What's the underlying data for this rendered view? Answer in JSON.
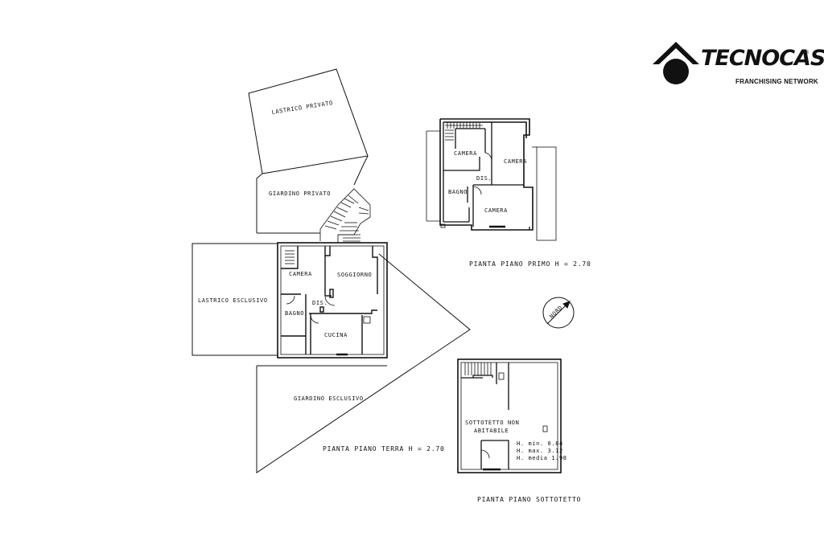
{
  "brand": {
    "name": "TECNOCASA",
    "tagline": "FRANCHISING NETWORK",
    "registered": "®"
  },
  "ground_floor": {
    "title": "PIANTA PIANO TERRA H = 2.70",
    "areas": {
      "lastrico_privato": "LASTRICO PRIVATO",
      "giardino_privato": "GIARDINO PRIVATO",
      "lastrico_esclusivo": "LASTRICO ESCLUSIVO",
      "giardino_esclusivo": "GIARDINO ESCLUSIVO"
    },
    "rooms": {
      "camera": "CAMERA",
      "soggiorno": "SOGGIORNO",
      "dis": "DIS.",
      "bagno": "BAGNO",
      "cucina": "CUCINA"
    }
  },
  "first_floor": {
    "title": "PIANTA PIANO PRIMO H = 2.70",
    "rooms": {
      "camera_1": "CAMERA",
      "camera_2": "CAMERA",
      "dis": "DIS.",
      "bagno": "BAGNO",
      "camera_3": "CAMERA"
    }
  },
  "attic": {
    "title": "PIANTA PIANO SOTTOTETTO",
    "room_line1": "SOTTOTETTO NON",
    "room_line2": "ABITABILE",
    "h_min": "H. min. 0.84",
    "h_max": "H. max. 3.12",
    "h_media": "H. media 1.98"
  },
  "compass": {
    "label": "NORD"
  },
  "colors": {
    "ink": "#111111",
    "paper": "#ffffff"
  }
}
